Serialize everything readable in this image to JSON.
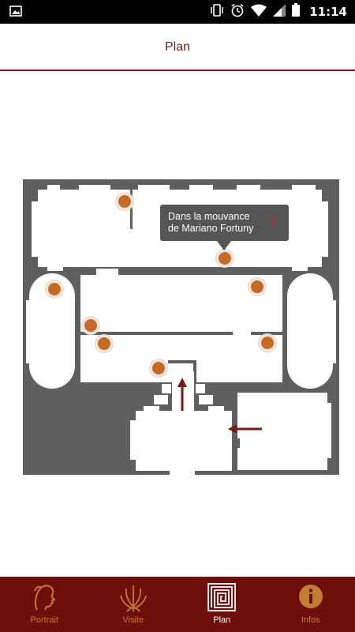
{
  "status_bar": {
    "time": "11:14"
  },
  "header": {
    "title": "Plan"
  },
  "callout": {
    "line1": "Dans la mouvance",
    "line2": "de Mariano Fortuny"
  },
  "nav": {
    "tabs": [
      {
        "label": "Portrait",
        "icon": "portrait-icon",
        "active": false
      },
      {
        "label": "Visite",
        "icon": "visit-icon",
        "active": false
      },
      {
        "label": "Plan",
        "icon": "plan-icon",
        "active": true
      },
      {
        "label": "Infos",
        "icon": "info-icon",
        "active": false
      }
    ]
  },
  "colors": {
    "accent": "#7a1a14",
    "nav_bg": "#6e0f0b",
    "marker": "#c76a25",
    "wall": "#5f5f5f",
    "inactive_tab": "#c07d34"
  }
}
